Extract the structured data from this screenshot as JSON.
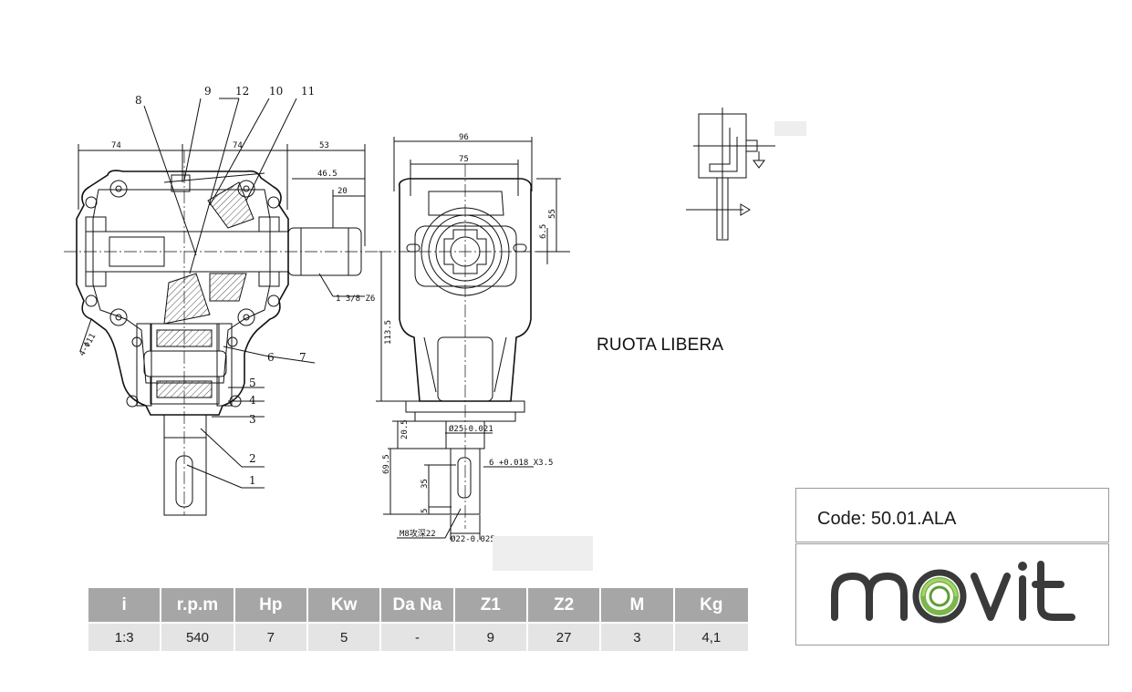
{
  "drawing": {
    "callouts": [
      "8",
      "9",
      "12",
      "10",
      "11",
      "6",
      "7",
      "5",
      "4",
      "3",
      "2",
      "1"
    ],
    "side_view_dims": {
      "d74a": "74",
      "d74b": "74",
      "d53": "53",
      "d46": "46.5",
      "d20": "20",
      "thread": "1 3/8 Z6",
      "holes": "4-Φ11"
    },
    "front_view_dims": {
      "d96": "96",
      "d75": "75",
      "d55": "55",
      "d65": "6.5",
      "d113": "113.5",
      "d205": "20.5",
      "d695": "69.5",
      "d35": "35",
      "d5": "5",
      "bore25": "Ø25-0.021",
      "key6": "6  +0.018  X3.5",
      "m8": "M8攻深22",
      "bore22": "Ø22-0.025"
    }
  },
  "note": "RUOTA LIBERA",
  "code": {
    "label": "Code: 50.01.ALA"
  },
  "logo": {
    "text": "movit",
    "ring_color": "#7ab648",
    "text_color": "#3a3a3a"
  },
  "specs": {
    "headers": [
      "i",
      "r.p.m",
      "Hp",
      "Kw",
      "Da Na",
      "Z1",
      "Z2",
      "M",
      "Kg"
    ],
    "values": [
      "1:3",
      "540",
      "7",
      "5",
      "-",
      "9",
      "27",
      "3",
      "4,1"
    ]
  }
}
